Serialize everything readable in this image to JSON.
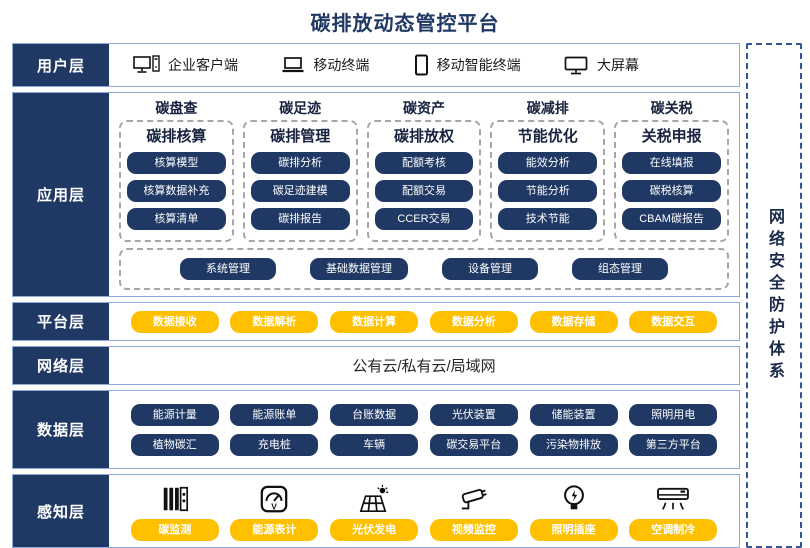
{
  "title": "碳排放动态管控平台",
  "security": {
    "label": "网络安全防护体系"
  },
  "user_layer": {
    "label": "用户层",
    "items": [
      {
        "icon": "desktop-pc-icon",
        "label": "企业客户端"
      },
      {
        "icon": "laptop-icon",
        "label": "移动终端"
      },
      {
        "icon": "smartphone-icon",
        "label": "移动智能终端"
      },
      {
        "icon": "big-screen-icon",
        "label": "大屏幕"
      }
    ]
  },
  "application_layer": {
    "label": "应用层",
    "columns": [
      {
        "category": "碳盘查",
        "title": "碳排核算",
        "items": [
          "核算模型",
          "核算数据补充",
          "核算清单"
        ]
      },
      {
        "category": "碳足迹",
        "title": "碳排管理",
        "items": [
          "碳排分析",
          "碳足迹建模",
          "碳排报告"
        ]
      },
      {
        "category": "碳资产",
        "title": "碳排放权",
        "items": [
          "配额考核",
          "配额交易",
          "CCER交易"
        ]
      },
      {
        "category": "碳减排",
        "title": "节能优化",
        "items": [
          "能效分析",
          "节能分析",
          "技术节能"
        ]
      },
      {
        "category": "碳关税",
        "title": "关税申报",
        "items": [
          "在线填报",
          "碳税核算",
          "CBAM碳报告"
        ]
      }
    ],
    "common_items": [
      "系统管理",
      "基础数据管理",
      "设备管理",
      "组态管理"
    ]
  },
  "platform_layer": {
    "label": "平台层",
    "items": [
      "数据接收",
      "数据解析",
      "数据计算",
      "数据分析",
      "数据存储",
      "数据交互"
    ]
  },
  "network_layer": {
    "label": "网络层",
    "content": "公有云/私有云/局域网"
  },
  "data_layer": {
    "label": "数据层",
    "rows": [
      [
        "能源计量",
        "能源账单",
        "台账数据",
        "光伏装置",
        "储能装置",
        "照明用电"
      ],
      [
        "植物碳汇",
        "充电桩",
        "车辆",
        "碳交易平台",
        "污染物排放",
        "第三方平台"
      ]
    ]
  },
  "perception_layer": {
    "label": "感知层",
    "items": [
      {
        "icon": "carbon-monitor-icon",
        "label": "碳监测"
      },
      {
        "icon": "energy-meter-icon",
        "label": "能源表计"
      },
      {
        "icon": "solar-power-icon",
        "label": "光伏发电"
      },
      {
        "icon": "video-camera-icon",
        "label": "视频监控"
      },
      {
        "icon": "light-bulb-icon",
        "label": "照明插座"
      },
      {
        "icon": "air-conditioner-icon",
        "label": "空调制冷"
      }
    ]
  },
  "colors": {
    "navy": "#1F3864",
    "yellow": "#FFC000",
    "band_border": "#8EAADB",
    "dashed_gray": "#A6A6A6",
    "security_border": "#2F5597"
  }
}
